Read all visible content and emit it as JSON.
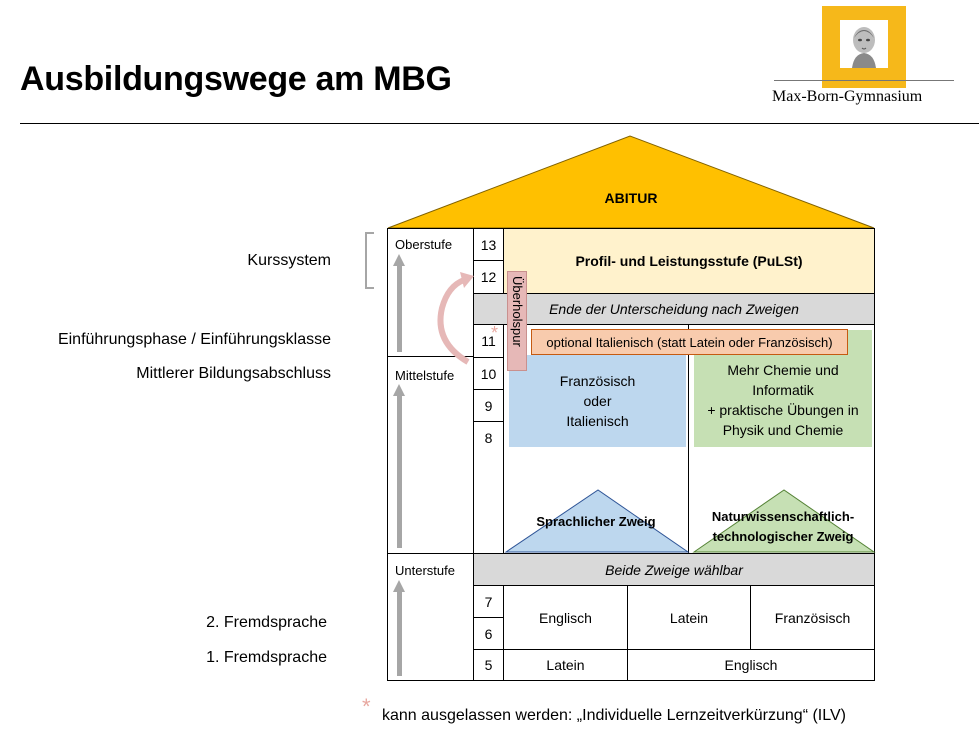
{
  "header": {
    "title": "Ausbildungswege am MBG",
    "logo_text": "Max-Born-Gymnasium"
  },
  "left_labels": {
    "kurssystem": "Kurssystem",
    "einfuehrung": "Einführungsphase / Einführungsklasse",
    "mittlerer": "Mittlerer Bildungsabschluss",
    "fremdsprache2": "2. Fremdsprache",
    "fremdsprache1": "1. Fremdsprache"
  },
  "house": {
    "roof_label": "ABITUR",
    "stages": {
      "oberstufe": "Oberstufe",
      "mittelstufe": "Mittelstufe",
      "unterstufe": "Unterstufe"
    },
    "grades": [
      "13",
      "12",
      "11",
      "10",
      "9",
      "8",
      "7",
      "6",
      "5"
    ],
    "pulst": "Profil- und Leistungsstufe (PuLSt)",
    "ende_zweige": "Ende der Unterscheidung nach Zweigen",
    "ueberholspur": "Überholspur",
    "italienisch_option": "optional Italienisch (statt Latein oder Französisch)",
    "sprach_box": [
      "Französisch",
      "oder",
      "Italienisch"
    ],
    "natwiss_box": [
      "Mehr Chemie und",
      "Informatik",
      "+ praktische Übungen in",
      "Physik und Chemie"
    ],
    "sprach_zweig": "Sprachlicher Zweig",
    "natwiss_zweig": [
      "Naturwissenschaftlich-",
      "technologischer Zweig"
    ],
    "beide_zweige": "Beide Zweige wählbar",
    "languages_67": [
      "Englisch",
      "Latein",
      "Französisch"
    ],
    "languages_5": [
      "Latein",
      "Englisch"
    ]
  },
  "footnote": {
    "star": "*",
    "text": "kann ausgelassen werden: „Individuelle Lernzeitverkürzung“ (ILV)"
  },
  "colors": {
    "roof": "#ffc000",
    "pulst": "#fff2cc",
    "gray_bar": "#d9d9d9",
    "orange_box": "#f8cbad",
    "pink": "#e6b8b7",
    "blue": "#bdd7ee",
    "green": "#c6e0b4"
  }
}
